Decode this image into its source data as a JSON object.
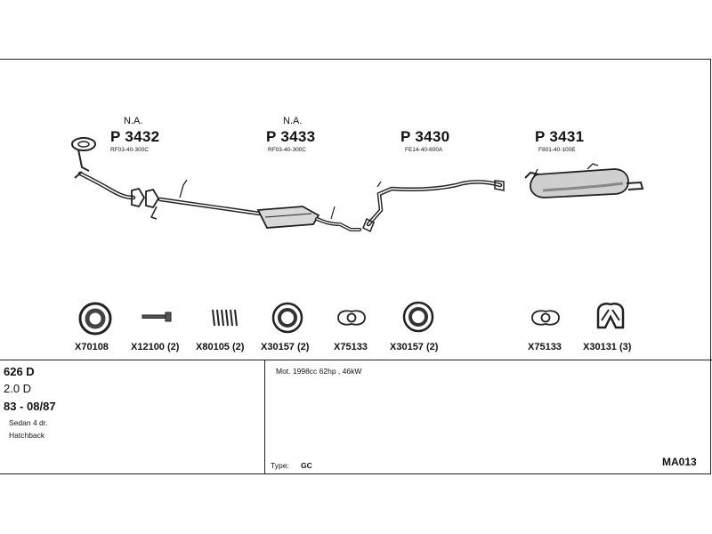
{
  "parts": [
    {
      "note": "N.A.",
      "number": "P 3432",
      "ref": "RF03-40-300C"
    },
    {
      "note": "N.A.",
      "number": "P 3433",
      "ref": "RF03-40-300C"
    },
    {
      "note": "",
      "number": "P 3430",
      "ref": "FE14-40-600A"
    },
    {
      "note": "",
      "number": "P 3431",
      "ref": "F801-40-100E"
    }
  ],
  "accessories": [
    {
      "code": "X70108",
      "icon": "clamp-ring-icon"
    },
    {
      "code": "X12100 (2)",
      "icon": "bolt-icon"
    },
    {
      "code": "X80105 (2)",
      "icon": "spring-icon"
    },
    {
      "code": "X30157 (2)",
      "icon": "gasket-ring-icon"
    },
    {
      "code": "X75133",
      "icon": "flange-gasket-icon"
    },
    {
      "code": "X30157 (2)",
      "icon": "gasket-ring-icon"
    },
    {
      "code": "X75133",
      "icon": "flange-gasket-icon"
    },
    {
      "code": "X30131 (3)",
      "icon": "rubber-hanger-icon"
    }
  ],
  "vehicle": {
    "model": "626 D",
    "engine": "2.0 D",
    "years": "83 - 08/87",
    "body1": "Sedan 4 dr.",
    "body2": "Hatchback"
  },
  "details": {
    "motor": "Mot. 1998cc 62hp , 46kW",
    "type_label": "Type:",
    "type_value": "GC",
    "code": "MA013"
  }
}
